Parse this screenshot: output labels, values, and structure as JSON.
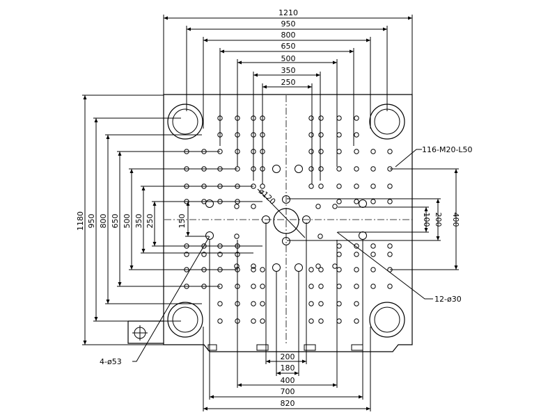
{
  "dimensions": {
    "top": [
      "1210",
      "950",
      "800",
      "650",
      "500",
      "350",
      "250"
    ],
    "left": [
      "1180",
      "950",
      "800",
      "650",
      "500",
      "350",
      "250",
      "150"
    ],
    "right": [
      "100",
      "200",
      "400"
    ],
    "bottom": [
      "200",
      "180",
      "400",
      "700",
      "820"
    ]
  },
  "callouts": {
    "thread_holes": "116-M20-L50",
    "tie_bar_holes": "4-ø53",
    "ejector_holes": "12-ø30",
    "center_bore": "ø120"
  }
}
